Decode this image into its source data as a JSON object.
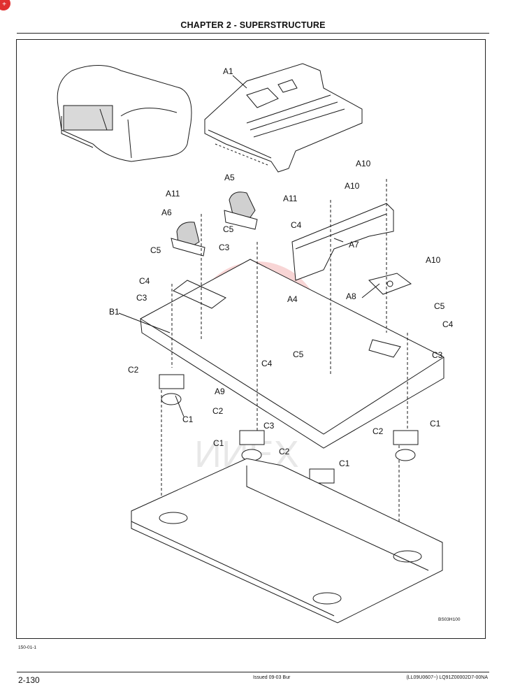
{
  "header": {
    "title": "CHAPTER 2 - SUPERSTRUCTURE"
  },
  "figure": {
    "code": "BS03H100",
    "below_code": "150-01-1",
    "watermark": "ИИЕХ",
    "labels": {
      "A1": "A1",
      "A4": "A4",
      "A5": "A5",
      "A6": "A6",
      "A7": "A7",
      "A8": "A8",
      "A9": "A9",
      "A10": "A10",
      "A11": "A11",
      "B1": "B1",
      "C1": "C1",
      "C2": "C2",
      "C3": "C3",
      "C4": "C4",
      "C5": "C5"
    }
  },
  "footer": {
    "page": "2-130",
    "issued": "Issued 09-03   Bur",
    "ref": "(LL09U0607~)   LQ91Z00002D7-00NA"
  },
  "colors": {
    "line": "#1a1a1a",
    "watermark": "#f3b3b3",
    "badge": "#e03030"
  }
}
